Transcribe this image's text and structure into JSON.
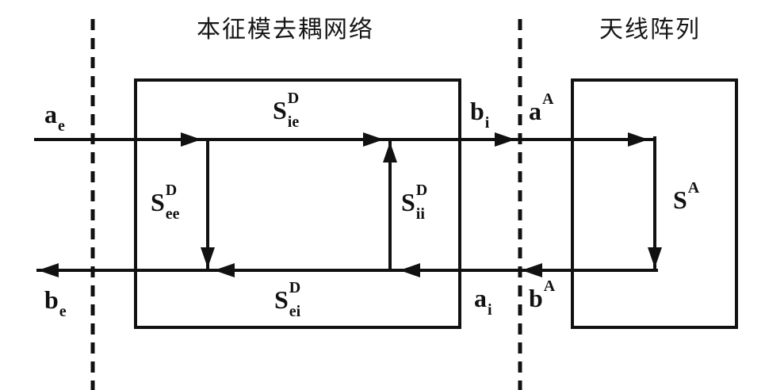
{
  "titles": {
    "decoupling_network": "本征模去耦网络",
    "antenna_array": "天线阵列"
  },
  "labels": {
    "a_e": {
      "base": "a",
      "sub": "e",
      "sup": ""
    },
    "b_e": {
      "base": "b",
      "sub": "e",
      "sup": ""
    },
    "S_ie": {
      "base": "S",
      "sub": "ie",
      "sup": "D"
    },
    "S_ee": {
      "base": "S",
      "sub": "ee",
      "sup": "D"
    },
    "S_ii": {
      "base": "S",
      "sub": "ii",
      "sup": "D"
    },
    "S_ei": {
      "base": "S",
      "sub": "ei",
      "sup": "D"
    },
    "b_i": {
      "base": "b",
      "sub": "i",
      "sup": ""
    },
    "a_i": {
      "base": "a",
      "sub": "i",
      "sup": ""
    },
    "a_A": {
      "base": "a",
      "sub": "",
      "sup": "A"
    },
    "b_A": {
      "base": "b",
      "sub": "",
      "sup": "A"
    },
    "S_A": {
      "base": "S",
      "sub": "",
      "sup": "A"
    }
  },
  "colors": {
    "line": "#111111",
    "background": "#ffffff"
  }
}
